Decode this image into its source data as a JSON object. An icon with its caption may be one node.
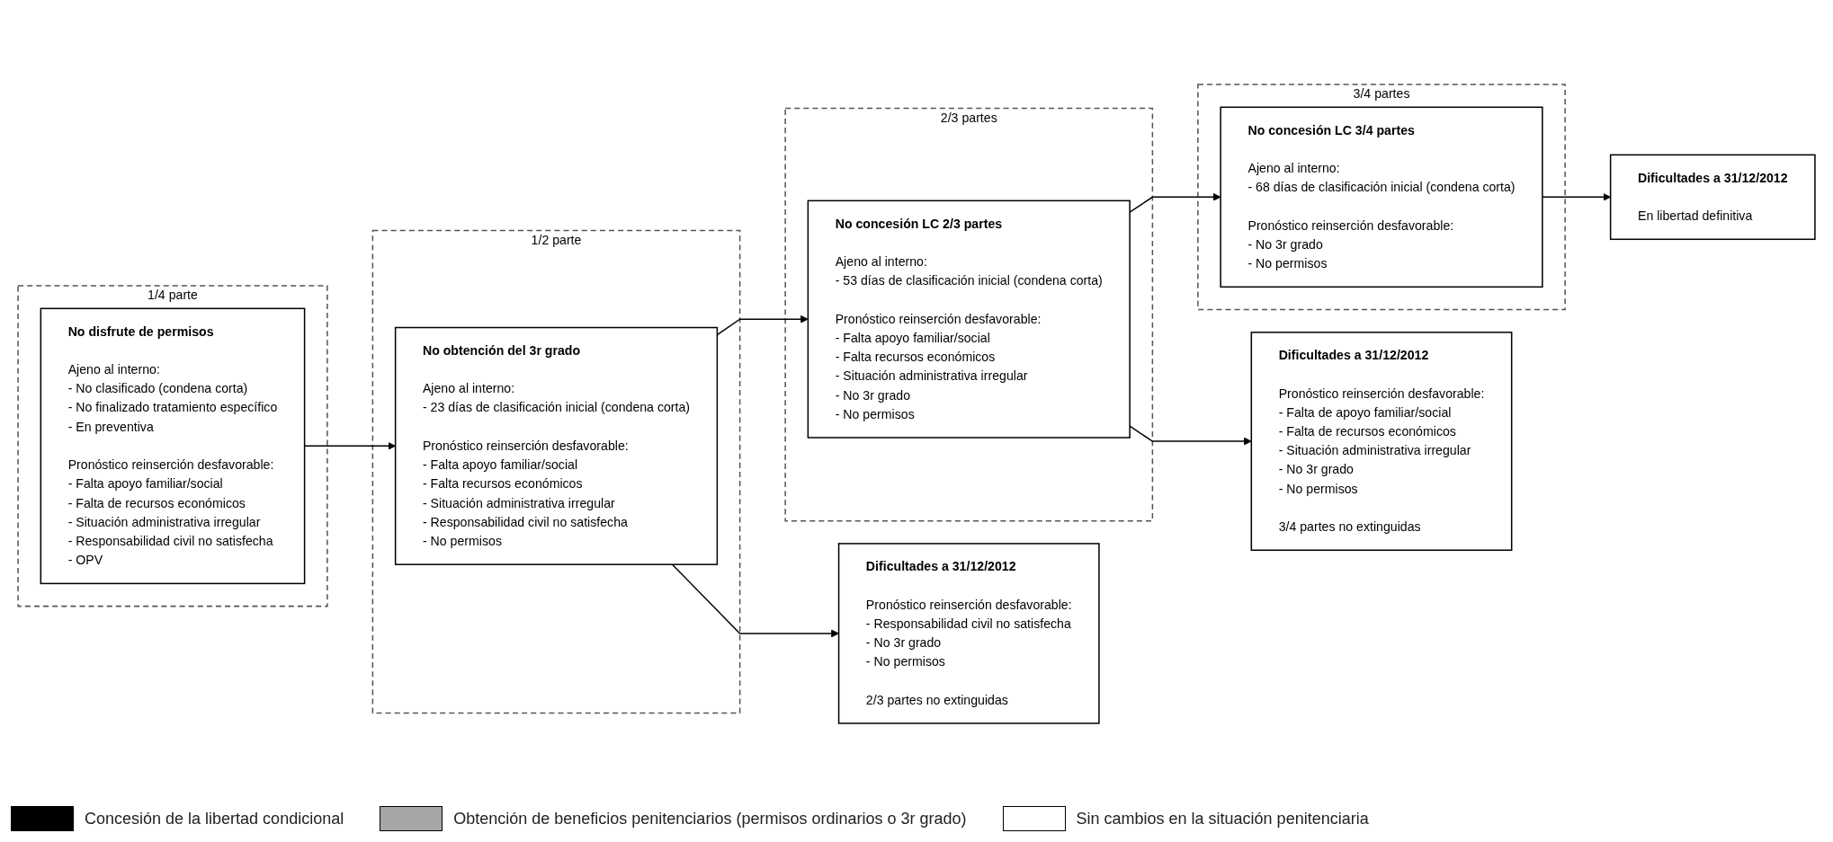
{
  "diagram": {
    "nodes": [
      {
        "text": [
          "1/4 parte"
        ]
      },
      {
        "text": [
          "No disfrute de permisos",
          "Ajeno al interno: - No clasificado (condena corta) - No finalizado tratamiento específico - En preventiva",
          "Pronóstico reinserción desfavorable: - Falta apoyo familiar/social - Falta de recursos económicos - Situación administrativa irregular - Responsabilidad civil no satisfecha - OPV"
        ],
        "in": 0
      },
      {
        "text": [
          "1/2 parte"
        ]
      },
      {
        "text": [
          "No obtención del 3r grado",
          "Ajeno al interno: - 23 días de clasificación inicial (condena corta)",
          "Pronóstico reinserción desfavorable: - Falta apoyo familiar/social - Falta recursos económicos - Situación administrativa irregular - Responsabilidad civil no satisfecha - No permisos"
        ],
        "in": 2
      },
      {
        "text": [
          "2/3 partes"
        ]
      },
      {
        "text": [
          "No concesión LC 2/3 partes",
          "Ajeno al interno: - 53 días de clasificación inicial (condena corta)",
          "Pronóstico reinserción desfavorable: - Falta apoyo familiar/social - Falta recursos económicos - Situación administrativa irregular - No 3r grado - No permisos"
        ],
        "in": 4
      },
      {
        "text": [
          "3/4 partes"
        ]
      },
      {
        "text": [
          "No concesión LC 3/4 partes",
          "Ajeno al interno: - 68 días de clasificación inicial (condena corta)",
          "Pronóstico reinserción desfavorable: - No 3r grado - No permisos"
        ],
        "in": 6
      },
      {
        "text": [
          "Dificultades a 31/12/2012",
          "Pronóstico reinserción desfavorable: - Responsabilidad civil no satisfecha - No 3r grado - No permisos",
          "2/3 partes no extinguidas"
        ]
      },
      {
        "text": [
          "Dificultades a 31/12/2012",
          "Pronóstico reinserción desfavorable: - Falta de apoyo familiar/social - Falta de recursos económicos - Situación administrativa irregular - No 3r grado - No permisos",
          "3/4 partes no extinguidas"
        ]
      },
      {
        "text": [
          "Dificultades a 31/12/2012",
          "En libertad definitiva"
        ]
      }
    ],
    "edges": [
      {
        "from": 1,
        "to": 3,
        "arrow": "to"
      },
      {
        "from": 3,
        "to": 8,
        "arrow": "to"
      },
      {
        "from": 3,
        "to": 5,
        "arrow": "to"
      },
      {
        "from": 5,
        "to": 9,
        "arrow": "to"
      },
      {
        "from": 5,
        "to": 7,
        "arrow": "to"
      },
      {
        "from": 7,
        "to": 10,
        "arrow": "to"
      }
    ],
    "legend": [
      {
        "text": "Concesión de la libertad condicional",
        "color": "#000000"
      },
      {
        "text": "Obtención de beneficios penitenciarios (permisos ordinarios o 3r grado)",
        "color": "#a6a6a6"
      },
      {
        "text": "Sin cambios en la situación penitenciaria",
        "color": "#ffffff"
      }
    ]
  }
}
